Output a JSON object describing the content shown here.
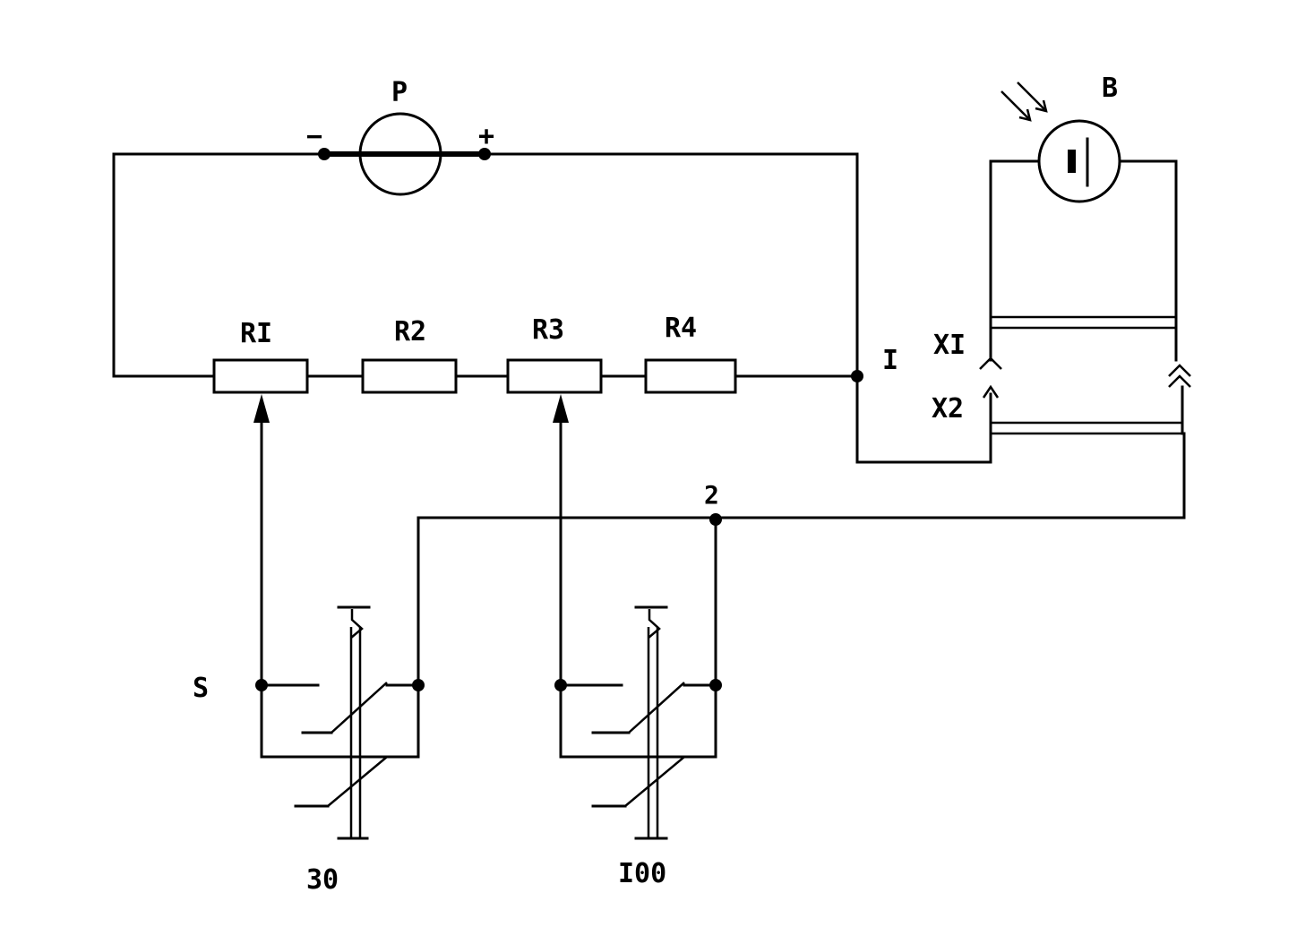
{
  "labels": {
    "meter": "P",
    "meter_minus": "−",
    "meter_plus": "+",
    "photocell": "B",
    "r1": "RI",
    "r2": "R2",
    "r3": "R3",
    "r4": "R4",
    "node1": "I",
    "node2": "2",
    "x1": "XI",
    "x2": "X2",
    "switch": "S",
    "switch1_value": "30",
    "switch2_value": "I00"
  }
}
